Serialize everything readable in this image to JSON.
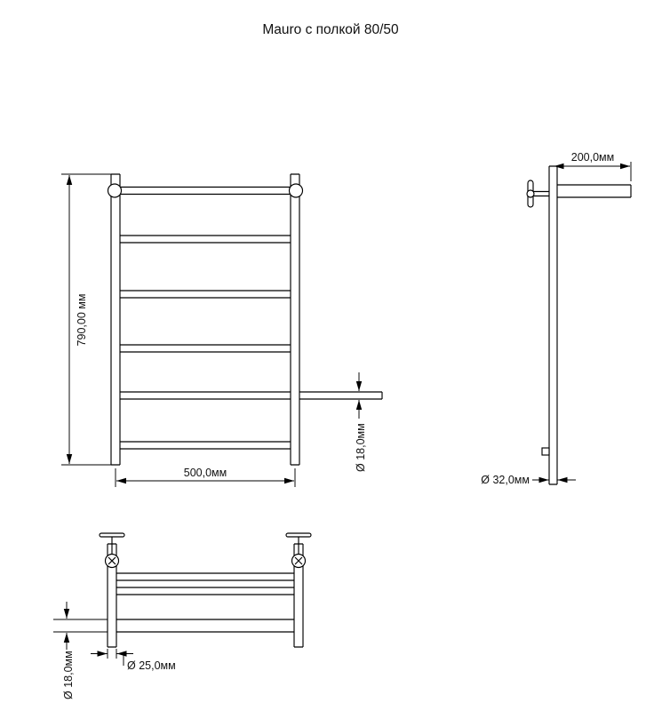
{
  "title": "Mauro с полкой 80/50",
  "colors": {
    "line": "#000000",
    "background": "#ffffff",
    "text": "#111111"
  },
  "front_view": {
    "height_label": "790,00 мм",
    "width_label": "500,0мм",
    "tube_diameter_label": "Ø 18,0мм"
  },
  "side_view": {
    "shelf_depth_label": "200,0мм",
    "post_diameter_label": "Ø 32,0мм"
  },
  "top_view": {
    "tube_diameter_label": "Ø 18,0мм",
    "post_diameter_label": "Ø 25,0мм"
  }
}
